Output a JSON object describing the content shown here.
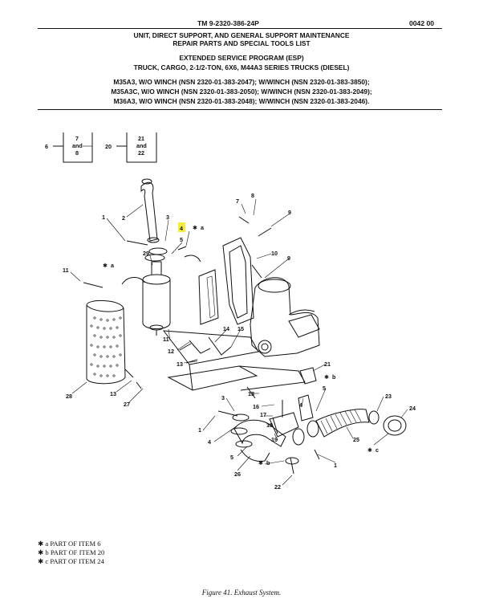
{
  "header": {
    "tm_number": "TM 9-2320-386-24P",
    "work_package": "0042 00"
  },
  "title_lines": [
    "UNIT, DIRECT SUPPORT, AND GENERAL SUPPORT MAINTENANCE",
    "REPAIR PARTS AND SPECIAL TOOLS LIST",
    "",
    "EXTENDED SERVICE PROGRAM (ESP)",
    "TRUCK, CARGO, 2-1/2-TON, 6X6, M44A3 SERIES TRUCKS (DIESEL)",
    "",
    "M35A3, W/O WINCH (NSN 2320-01-383-2047); W/WINCH (NSN 2320-01-383-3850);",
    "M35A3C, W/O WINCH (NSN 2320-01-383-2050); W/WINCH (NSN 2320-01-383-2049);",
    "M36A3, W/O WINCH (NSN 2320-01-383-2048); W/WINCH (NSN 2320-01-383-2046)."
  ],
  "index_boxes": [
    {
      "lead": "6",
      "top": "7",
      "mid": "and",
      "bottom": "8"
    },
    {
      "lead": "20",
      "top": "21",
      "mid": "and",
      "bottom": "22"
    }
  ],
  "callouts": {
    "c1a": "1",
    "c2": "2",
    "c3a": "3",
    "c4a": "4",
    "c5a": "5",
    "c29": "29",
    "c_a1": "a",
    "c_a2": "a",
    "c11a": "11",
    "c7": "7",
    "c8": "8",
    "c9a": "9",
    "c10": "10",
    "c9b": "9",
    "c11b": "11",
    "c12": "12",
    "c13a": "13",
    "c14": "14",
    "c15": "15",
    "c28": "28",
    "c13b": "13",
    "c27": "27",
    "c21": "21",
    "c_b1": "b",
    "c13c": "13",
    "c16": "16",
    "c3b": "3",
    "c17": "17",
    "c18": "18",
    "c1b": "1",
    "c4b": "4",
    "c19": "19",
    "c5b": "5",
    "c4c": "4",
    "c5c": "5",
    "c23": "23",
    "c24": "24",
    "c25": "25",
    "c_c": "c",
    "c26": "26",
    "c_b2": "b",
    "c1c": "1",
    "c22": "22"
  },
  "notes": [
    {
      "letter": "a",
      "text": "PART OF ITEM 6"
    },
    {
      "letter": "b",
      "text": "PART OF ITEM 20"
    },
    {
      "letter": "c",
      "text": "PART OF ITEM 24"
    }
  ],
  "caption": "Figure 41. Exhaust System.",
  "colors": {
    "highlight": "#f2ee3a"
  }
}
